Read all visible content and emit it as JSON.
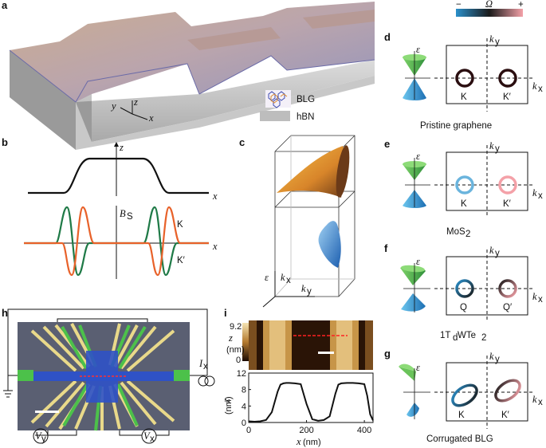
{
  "panels": {
    "a": {
      "label": "a",
      "axis_y": "y",
      "axis_z": "z",
      "axis_x": "x",
      "legend_blg": "BLG",
      "legend_hbn": "hBN"
    },
    "b": {
      "label": "b",
      "z_label": "z",
      "x_label_top": "x",
      "bs_label": "B",
      "bs_sub": "S",
      "x_label_bottom": "x",
      "k_label": "K",
      "kp_label": "K′",
      "colors": {
        "K": "#e8622a",
        "Kp": "#1f7a47"
      }
    },
    "c": {
      "label": "c",
      "eps": "ε",
      "kx": "k",
      "kx_sub": "x",
      "ky": "k",
      "ky_sub": "y"
    },
    "colorbar": {
      "minus": "−",
      "omega": "Ω",
      "plus": "+",
      "colors": {
        "low": "#2a8fca",
        "mid": "#1a1a1a",
        "high": "#f4a1a8"
      }
    },
    "d": {
      "label": "d",
      "ky": "k",
      "ky_sub": "y",
      "kx": "k",
      "kx_sub": "x",
      "eps": "ε",
      "left": "K",
      "right": "K′",
      "caption": "Pristine graphene"
    },
    "e": {
      "label": "e",
      "ky": "k",
      "ky_sub": "y",
      "kx": "k",
      "kx_sub": "x",
      "eps": "ε",
      "left": "K",
      "right": "K′",
      "caption": "MoS",
      "caption_sub": "2"
    },
    "f": {
      "label": "f",
      "ky": "k",
      "ky_sub": "y",
      "kx": "k",
      "kx_sub": "x",
      "eps": "ε",
      "left": "Q",
      "right": "Q′",
      "caption_pre": "1T",
      "caption_sub": "d",
      "caption_post": " WTe",
      "caption_sub2": "2"
    },
    "g": {
      "label": "g",
      "ky": "k",
      "ky_sub": "y",
      "kx": "k",
      "kx_sub": "x",
      "eps": "ε",
      "left": "K",
      "right": "K′",
      "caption": "Corrugated BLG"
    },
    "h": {
      "label": "h",
      "vy": "V",
      "vy_sub": "y",
      "vx": "V",
      "vx_sub": "x",
      "ix": "I",
      "ix_sub": "x"
    },
    "i": {
      "label": "i",
      "cb_top": "9.2",
      "cb_bottom": "0",
      "cb_unit": "z",
      "cb_unit2": "(nm)",
      "ylabel": "z",
      "ylabel_unit": "(nm)",
      "xlabel": "x",
      "xlabel_unit": "(nm)",
      "yticks": [
        "12",
        "8",
        "4",
        "0"
      ],
      "xticks": [
        "0",
        "200",
        "400"
      ]
    }
  },
  "chart_data": [
    {
      "type": "line",
      "title": "",
      "xlabel": "x (nm)",
      "ylabel": "z (nm)",
      "xlim": [
        0,
        430
      ],
      "ylim": [
        0,
        12
      ],
      "x": [
        0,
        20,
        40,
        60,
        80,
        100,
        110,
        120,
        130,
        140,
        160,
        180,
        200,
        220,
        240,
        260,
        280,
        300,
        310,
        320,
        340,
        360,
        380,
        400,
        410,
        420,
        430
      ],
      "series": [
        {
          "values": [
            0.3,
            0.2,
            0.3,
            0.6,
            2.5,
            7.5,
            9.2,
            9.5,
            9.6,
            9.6,
            9.5,
            9.3,
            4.5,
            0.8,
            0.4,
            0.6,
            1.5,
            7.0,
            9.2,
            9.5,
            9.6,
            9.6,
            9.5,
            9.3,
            6.5,
            2.0,
            0.5
          ]
        }
      ],
      "grid": false
    }
  ]
}
